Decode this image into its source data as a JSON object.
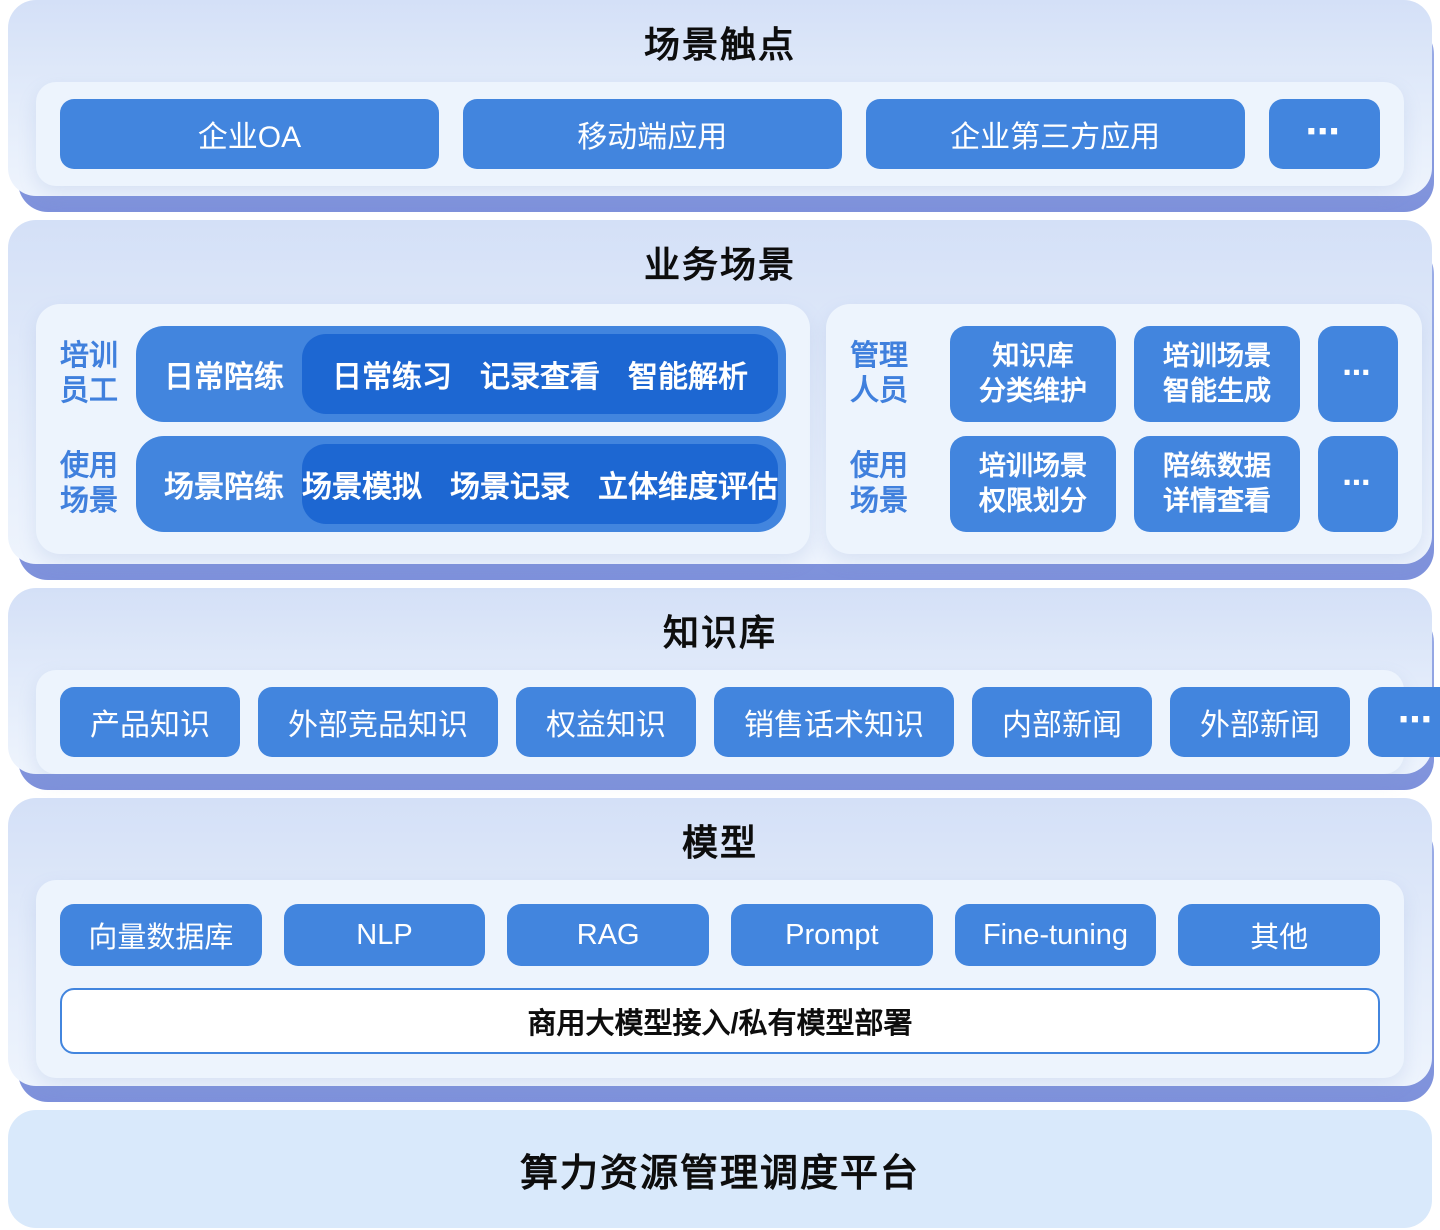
{
  "colors": {
    "accent_blue": "#4285DE",
    "deep_pill_blue": "#1D67D2",
    "shadow_band_blue": "#8194DB",
    "card_gradient_top": "#D4E0F7",
    "card_gradient_bottom": "#EEF4FD",
    "inner_panel": "#EDF4FD",
    "platform_bg": "#D9E9FB",
    "label_blue": "#4080DD",
    "title_black": "#0D0D0D"
  },
  "layers": {
    "touchpoints": {
      "title": "场景触点",
      "buttons": [
        "企业OA",
        "移动端应用",
        "企业第三方应用",
        "⋯"
      ]
    },
    "business": {
      "title": "业务场景",
      "training": {
        "labels": {
          "row1": [
            "培训",
            "员工"
          ],
          "row2": [
            "使用",
            "场景"
          ]
        },
        "rows": [
          {
            "pill": "日常陪练",
            "items": [
              "日常练习",
              "记录查看",
              "智能解析"
            ]
          },
          {
            "pill": "场景陪练",
            "items": [
              "场景模拟",
              "场景记录",
              "立体维度评估"
            ]
          }
        ]
      },
      "management": {
        "labels": {
          "row1": [
            "管理",
            "人员"
          ],
          "row2": [
            "使用",
            "场景"
          ]
        },
        "rows": [
          {
            "buttons": [
              {
                "line1": "知识库",
                "line2": "分类维护"
              },
              {
                "line1": "培训场景",
                "line2": "智能生成"
              }
            ],
            "more": "⋯"
          },
          {
            "buttons": [
              {
                "line1": "培训场景",
                "line2": "权限划分"
              },
              {
                "line1": "陪练数据",
                "line2": "详情查看"
              }
            ],
            "more": "⋯"
          }
        ]
      }
    },
    "knowledge": {
      "title": "知识库",
      "buttons": [
        "产品知识",
        "外部竞品知识",
        "权益知识",
        "销售话术知识",
        "内部新闻",
        "外部新闻",
        "⋯"
      ]
    },
    "model": {
      "title": "模型",
      "buttons": [
        "向量数据库",
        "NLP",
        "RAG",
        "Prompt",
        "Fine-tuning",
        "其他"
      ],
      "banner": "商用大模型接入/私有模型部署"
    },
    "platform": {
      "title": "算力资源管理调度平台"
    }
  }
}
